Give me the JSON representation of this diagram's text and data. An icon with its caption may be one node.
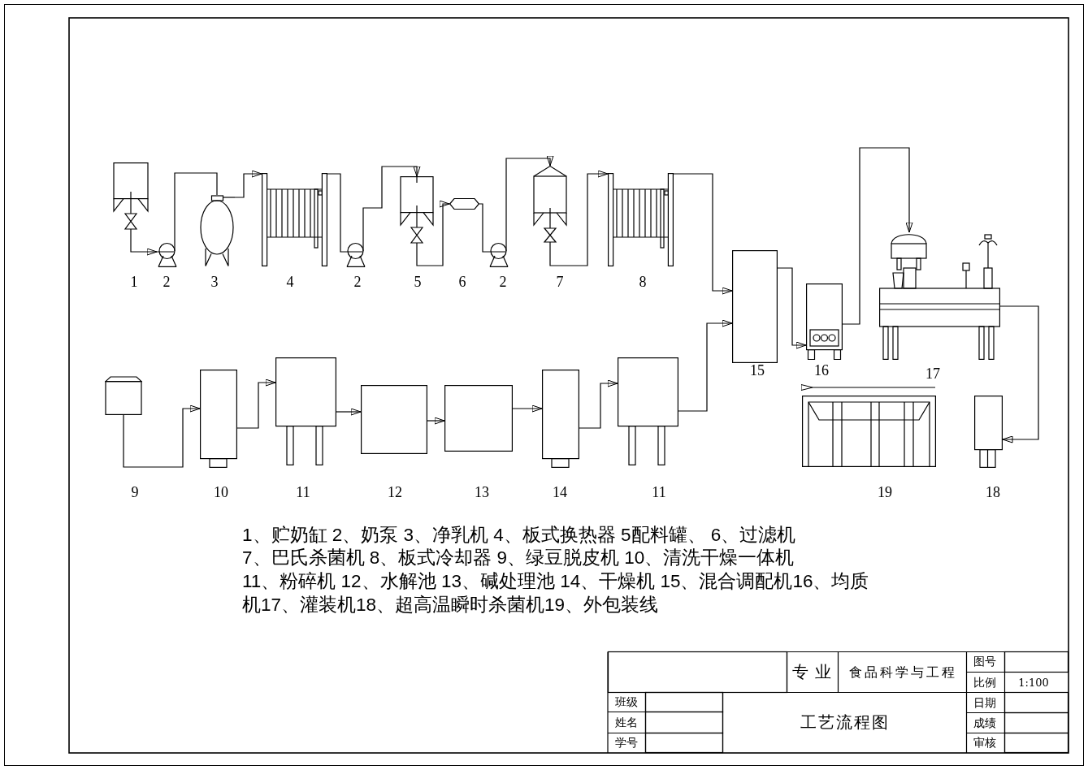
{
  "diagram": {
    "nodes": [
      {
        "text": [],
        "shape": "picture"
      },
      {
        "text": [],
        "shape": "circle"
      },
      {
        "text": [],
        "shape": "circle"
      },
      {
        "text": [],
        "shape": "picture"
      },
      {
        "text": [],
        "shape": "circle"
      },
      {
        "text": [],
        "shape": "picture"
      },
      {
        "text": [],
        "shape": "picture"
      },
      {
        "text": [],
        "shape": "circle"
      },
      {
        "text": [],
        "shape": "picture"
      },
      {
        "text": [],
        "shape": "picture"
      },
      {
        "text": [],
        "shape": "box"
      },
      {
        "text": [],
        "shape": "picture"
      },
      {
        "text": [],
        "shape": "picture"
      },
      {
        "text": [],
        "shape": "box"
      },
      {
        "text": [],
        "shape": "box"
      },
      {
        "text": [],
        "shape": "box"
      },
      {
        "text": [],
        "shape": "box"
      },
      {
        "text": [],
        "shape": "box"
      },
      {
        "text": [],
        "shape": "box"
      },
      {
        "text": [],
        "shape": "box"
      },
      {
        "text": [],
        "shape": "picture"
      },
      {
        "text": [],
        "shape": "picture"
      }
    ],
    "edges": [
      {
        "from": 0,
        "to": 1,
        "arrow": "to"
      },
      {
        "from": 1,
        "to": 2,
        "arrow": "none"
      },
      {
        "from": 2,
        "to": 3,
        "arrow": "to"
      },
      {
        "from": 3,
        "to": 4,
        "arrow": "none"
      },
      {
        "from": 4,
        "to": 5,
        "arrow": "to"
      },
      {
        "from": 5,
        "to": 6,
        "arrow": "to"
      },
      {
        "from": 6,
        "to": 7,
        "arrow": "none"
      },
      {
        "from": 7,
        "to": 8,
        "arrow": "to"
      },
      {
        "from": 8,
        "to": 9,
        "arrow": "to"
      },
      {
        "from": 9,
        "to": 10,
        "arrow": "to"
      },
      {
        "from": 19,
        "to": 10,
        "arrow": "to"
      },
      {
        "from": 10,
        "to": 11,
        "arrow": "to"
      },
      {
        "from": 11,
        "to": 12,
        "arrow": "to"
      },
      {
        "from": 12,
        "to": 21,
        "arrow": "to"
      },
      {
        "from": 13,
        "to": 14,
        "arrow": "to"
      },
      {
        "from": 14,
        "to": 15,
        "arrow": "to"
      },
      {
        "from": 15,
        "to": 16,
        "arrow": "to"
      },
      {
        "from": 16,
        "to": 17,
        "arrow": "to"
      },
      {
        "from": 17,
        "to": 18,
        "arrow": "to"
      },
      {
        "from": 18,
        "to": 19,
        "arrow": "to"
      }
    ],
    "labels": [
      "1",
      "2",
      "3",
      "4",
      "2",
      "5",
      "6",
      "2",
      "7",
      "8",
      "15",
      "16",
      "17",
      "9",
      "10",
      "11",
      "12",
      "13",
      "14",
      "11",
      "19",
      "18",
      "1、贮奶缸 2、奶泵 3、净乳机 4、板式换热器 5配料罐、 6、过滤机",
      "7、巴氏杀菌机 8、板式冷却器 9、绿豆脱皮机 10、清洗干燥一体机",
      "11、粉碎机 12、水解池 13、碱处理池 14、干燥机 15、混合调配机16、均质机17、灌装机18、超高温瞬时杀菌机19、外包装线",
      "专业",
      "食品科学与工程",
      "图号",
      "比例",
      "1:100",
      "班级",
      "工艺流程图",
      "日期",
      "姓名",
      "成绩",
      "学号",
      "审核"
    ]
  }
}
